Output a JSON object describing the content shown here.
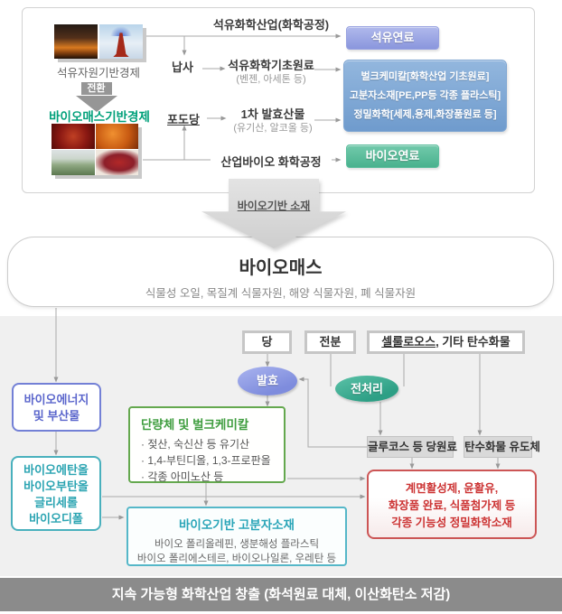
{
  "colors": {
    "petro_fuel_box": "#8a96dd",
    "petro_products_box": "#7fa6d2",
    "bio_fuel_box": "#49b28e",
    "ferment_ellipse": "#7e8cdd",
    "pretreat_ellipse": "#2d9f85",
    "bioenergy_border": "#7380d6",
    "alcohol_border": "#49b0bd",
    "monomer_border": "#64a84e",
    "polymer_border": "#55b7c8",
    "finechem_border": "#cc5555",
    "finechem_text": "#cc3333",
    "bio_economy_text": "#00a07a",
    "footer_bg": "#8b8b8b",
    "panel_bg": "#f0f0f0"
  },
  "top_panel": {
    "petro_economy_caption": "석유자원기반경제",
    "transition_arrow_label": "전환",
    "bio_economy_caption": "바이오매스기반경제",
    "petro_industry_label": "석유화학산업(화학공정)",
    "naphtha_label": "납사",
    "petro_feedstock_title": "석유화학기초원료",
    "petro_feedstock_sub": "(벤젠, 아세톤 등)",
    "glucose_label": "포도당",
    "ferment_product_title": "1차 발효산물",
    "ferment_product_sub": "(유기산, 알코올 등)",
    "bio_process_label": "산업바이오 화학공정",
    "petro_fuel_box": "석유연료",
    "petro_products_box": {
      "line1": "벌크케미칼[화학산업 기초원료]",
      "line2": "고분자소재[PE,PP등 각종 플라스틱]",
      "line3": "정밀화학[세제,용제,화장품원료 등]"
    },
    "bio_fuel_box": "바이오연료"
  },
  "big_arrow_label": "바이오기반 소재",
  "biomass": {
    "title": "바이오매스",
    "subtitle": "식물성 오일, 목질계 식물자원, 해양 식물자원, 폐 식물자원"
  },
  "flow": {
    "bioenergy_box": {
      "line1": "바이오에너지",
      "line2": "및 부산물"
    },
    "alcohol_box": {
      "line1": "바이오에탄올",
      "line2": "바이오부탄올",
      "line3": "글리세롤",
      "line4": "바이오디폴"
    },
    "sugar_box": "당",
    "starch_box": "전분",
    "cellulose_box": {
      "underlined": "셀룰로오스",
      "rest": ", 기타 탄수화물"
    },
    "ferment_ellipse": "발효",
    "pretreat_ellipse": "전처리",
    "glucose_feed_box": "글루코스 등 당원료",
    "carb_derivative_box": "탄수화물 유도체",
    "monomer_box": {
      "title": "단량체 및 벌크케미칼",
      "bullet1": "· 젖산, 숙신산 등 유기산",
      "bullet2": "· 1,4-부틴디올, 1,3-프로판올",
      "bullet3": "· 각종 아미노산 등"
    },
    "polymer_box": {
      "title": "바이오기반 고분자소재",
      "line1": "바이오 폴리올레핀, 생분해성 플라스틱",
      "line2": "바이오 폴리에스테르, 바이오나일론, 우레탄 등"
    },
    "finechem_box": {
      "line1": "계면활성제, 윤활유,",
      "line2": "화장품 완료, 식품첨가제 등",
      "line3": "각종 기능성 정밀화학소재"
    }
  },
  "footer": {
    "label": "지속 가능형 화학산업 창출 (화석원료 대체, 이산화탄소 저감)"
  }
}
